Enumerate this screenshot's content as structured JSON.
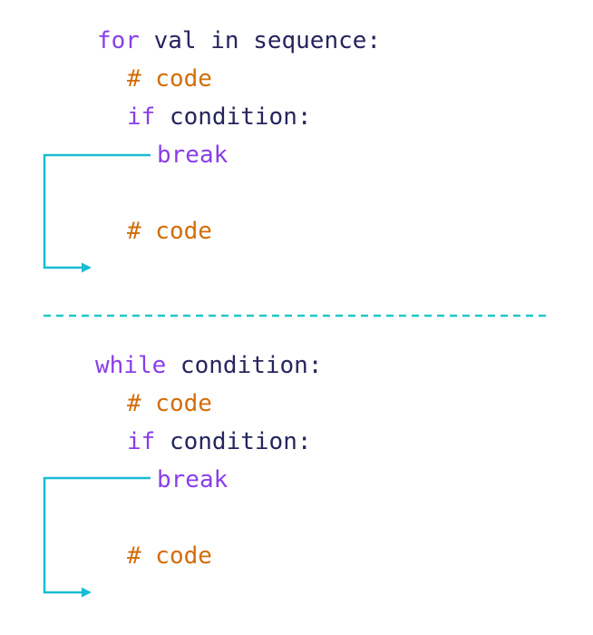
{
  "colors": {
    "keyword": "#8a3ee8",
    "comment": "#d26e0a",
    "text": "#25265e",
    "arrow": "#19bcd4",
    "divider": "#1ec8c8"
  },
  "for_loop": {
    "header_keyword": "for",
    "header_text": " val in sequence:",
    "comment1": "# code",
    "if_keyword": "if",
    "if_text": " condition:",
    "break_keyword": "break",
    "comment2": "# code"
  },
  "while_loop": {
    "header_keyword": "while",
    "header_text": " condition:",
    "comment1": "# code",
    "if_keyword": "if",
    "if_text": " condition:",
    "break_keyword": "break",
    "comment2": "# code"
  }
}
